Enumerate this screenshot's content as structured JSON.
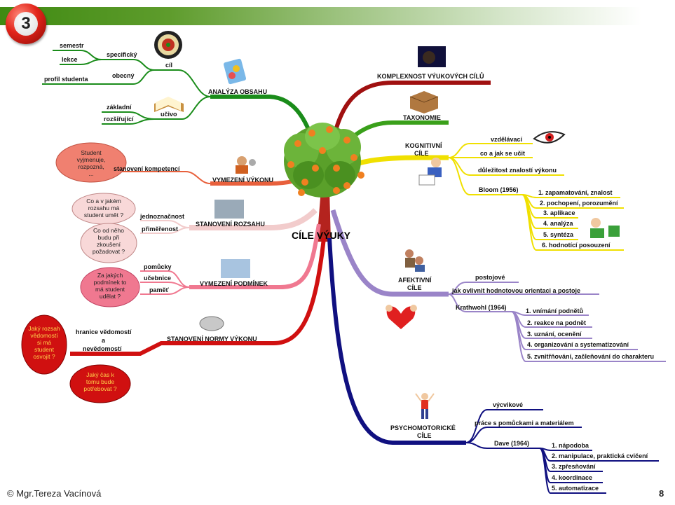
{
  "slide": {
    "number_badge": "3",
    "page": "8",
    "copyright": "© Mgr.Tereza Vacínová"
  },
  "center": "CÍLE VÝUKY",
  "colors": {
    "analyza": "#1a8c1a",
    "vymezeni_vykonu": "#e8603c",
    "rozsah": "#f2b8b8",
    "podminky": "#f07890",
    "normy": "#d01010",
    "komplexnost": "#a01010",
    "taxonomie": "#3aa01a",
    "kognitivni": "#f0e000",
    "afektivni": "#9a84c8",
    "psychomotoricke": "#101080"
  },
  "analyza": {
    "title": "ANALÝZA OBSAHU",
    "cil": "cíl",
    "specificky": "specifický",
    "semestr": "semestr",
    "lekce": "lekce",
    "obecny": "obecný",
    "profil": "profil studenta",
    "ucivo": "učivo",
    "zakladni": "základní",
    "rozsirujici": "rozšiřující"
  },
  "vykon": {
    "title": "VYMEZENÍ VÝKONU",
    "stanoveni": "stanovení kompetencí",
    "cloud": [
      "Student",
      "vyjmenuje,",
      "rozpozná,",
      "..."
    ]
  },
  "rozsah": {
    "title": "STANOVENÍ ROZSAHU",
    "jednoznacnost": "jednoznačnost",
    "primerenost": "přiměřenost",
    "cloud1": [
      "Co a v jakém",
      "rozsahu má",
      "student umět ?"
    ],
    "cloud2": [
      "Co od něho",
      "budu při",
      "zkoušení",
      "požadovat ?"
    ]
  },
  "podminky": {
    "title": "VYMEZENÍ PODMÍNEK",
    "pomucky": "pomůcky",
    "ucebnice": "učebnice",
    "pamet": "paměť",
    "cloud": [
      "Za jakých",
      "podmínek to",
      "má student",
      "udělat ?"
    ]
  },
  "normy": {
    "title": "STANOVENÍ NORMY VÝKONU",
    "hranice1": "hranice vědomostí",
    "hranice2": "a",
    "hranice3": "nevědomostí",
    "cloud1": [
      "Jaký rozsah",
      "vědomostí",
      "si má",
      "student",
      "osvojit ?"
    ],
    "cloud2": [
      "Jaký čas k",
      "tomu bude",
      "potřebovat ?"
    ]
  },
  "komplexnost": "KOMPLEXNOST VÝUKOVÝCH CÍLŮ",
  "taxonomie": "TAXONOMIE",
  "kognitivni": {
    "title1": "KOGNITIVNÍ",
    "title2": "CÍLE",
    "vzdelavaci": "vzdělávací",
    "co_a_jak": "co a jak se učit",
    "dulezitost": "důležitost znalostí výkonu",
    "bloom": "Bloom (1956)",
    "levels": [
      "1. zapamatování, znalost",
      "2. pochopení, porozumění",
      "3. aplikace",
      "4. analýza",
      "5. syntéza",
      "6. hodnotící posouzení"
    ]
  },
  "afektivni": {
    "title1": "AFEKTIVNÍ",
    "title2": "CÍLE",
    "postojove": "postojové",
    "jak_ovlivnit": "jak ovlivnit hodnotovou orientaci a postoje",
    "krathwohl": "Krathwohl (1964)",
    "levels": [
      "1. vnímání podnětů",
      "2. reakce na podnět",
      "3. uznání, ocenění",
      "4. organizování a systematizování",
      "5. zvnitřňování, začleňování do charakteru"
    ]
  },
  "psycho": {
    "title1": "PSYCHOMOTORICKÉ",
    "title2": "CÍLE",
    "vycvikove": "výcvikové",
    "prace": "práce s pomůckami a materiálem",
    "dave": "Dave (1964)",
    "levels": [
      "1. nápodoba",
      "2. manipulace, praktická cvičení",
      "3. zpřesňování",
      "4. koordinace",
      "5. automatizace"
    ]
  },
  "icons": [
    "tree-icon",
    "dartboard-icon",
    "abc-blocks-icon",
    "open-book-icon",
    "athlete-icon",
    "photo-icon",
    "sky-photo-icon",
    "brain-icon",
    "head-icon",
    "box-icon",
    "eye-icon",
    "writing-person-icon",
    "reading-person-icon",
    "group-icon",
    "heart-icon",
    "person-arms-up-icon"
  ]
}
